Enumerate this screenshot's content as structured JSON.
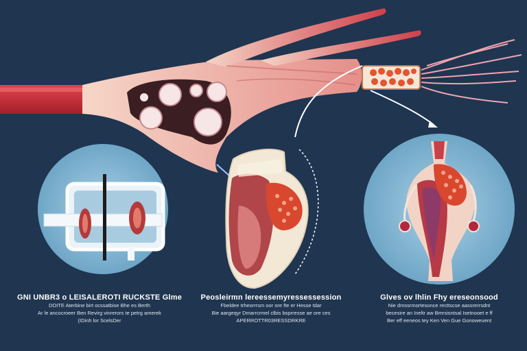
{
  "captions": {
    "left": {
      "title": "GNI UNBR3 o LEISALEROTI RUCKSTE Glme",
      "lines": [
        "DOITE Aterbine birt ocssatbise Bhe es Berth",
        "Ar le ancocroeer Ben Revirg vinrerors te petrg amerek",
        "(IDinh lor ScelsDer"
      ]
    },
    "middle": {
      "title": "Peosleirmn lereessemyressessession",
      "lines": [
        "Fbeldee trheorrrsm oor ore fte er Hesse tdar",
        "Bie aargeqyr Dmarrcrmel clbis bsprresse ae ore ces",
        "APERROTTR03RESSDRKRE"
      ]
    },
    "right": {
      "title": "Glves ov lhlin Fhy ereseonsood",
      "lines": [
        "Nie dmssrmortesonce recttscse aassrerrsdnt",
        "becesire an Ineltr aw Bmrsisntsal Isetnooet e ff",
        "Ber eff eeneos tey Ken Ven Gue Gonoweuent"
      ]
    }
  },
  "colors": {
    "background": "#1f3550",
    "vessel_red": "#c8303a",
    "tissue_pink": "#f2c6b4",
    "circle_fill": "#7fb4d2"
  }
}
